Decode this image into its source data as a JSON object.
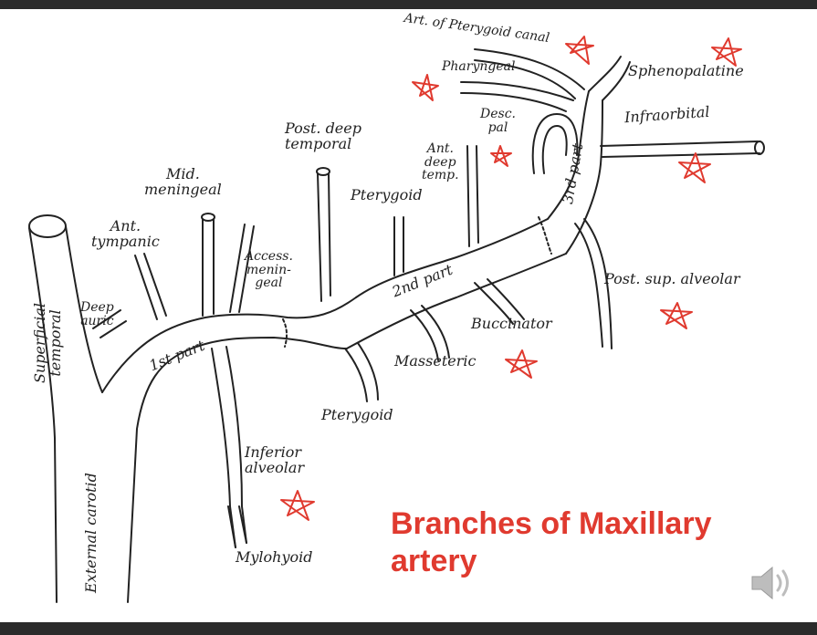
{
  "slide": {
    "title": "Branches of Maxillary\nartery"
  },
  "diagram": {
    "labels": {
      "superficial_temporal": "Superficial\ntemporal",
      "external_carotid": "External carotid",
      "deep_auric": "Deep\nauric",
      "ant_tympanic": "Ant.\ntympanic",
      "mid_meningeal": "Mid.\nmeningeal",
      "access_meningeal": "Access.\nmenin-\ngeal",
      "first_part": "1st part",
      "inferior_alveolar": "Inferior\nalveolar",
      "mylohyoid": "Mylohyoid",
      "post_deep_temporal": "Post. deep\ntemporal",
      "pterygoid_upper": "Pterygoid",
      "pterygoid_lower": "Pterygoid",
      "ant_deep_temp": "Ant.\ndeep\ntemp.",
      "second_part": "2nd part",
      "masseteric": "Masseteric",
      "buccinator": "Buccinator",
      "art_pterygoid_canal": "Art. of Pterygoid canal",
      "pharyngeal": "Pharyngeal",
      "desc_pal": "Desc.\npal",
      "third_part": "3rd part",
      "sphenopalatine": "Sphenopalatine",
      "infraorbital": "Infraorbital",
      "post_sup_alveolar": "Post. sup. alveolar"
    }
  },
  "colors": {
    "annotation": "#e03a2f",
    "line": "#222222",
    "frame": "#2b2b2b"
  },
  "icons": {
    "audio": "speaker-icon"
  }
}
